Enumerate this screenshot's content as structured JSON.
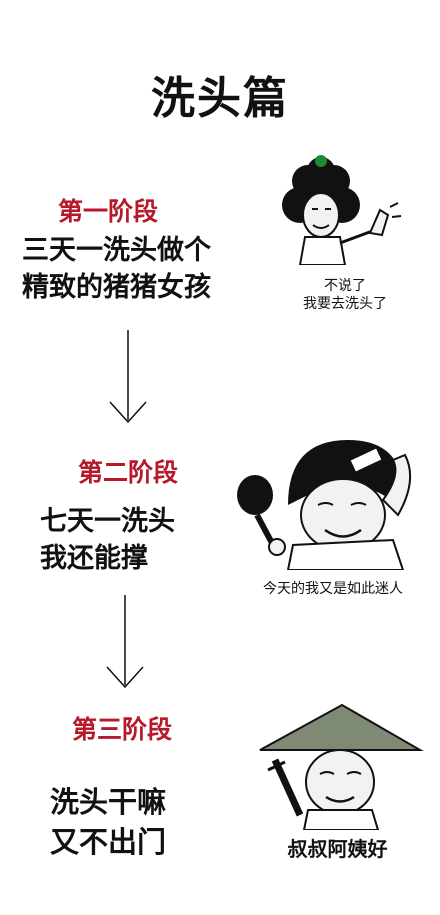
{
  "title": "洗头篇",
  "stages": [
    {
      "label": "第一阶段",
      "lines": [
        "三天一洗头做个",
        "精致的猪猪女孩"
      ],
      "caption": [
        "不说了",
        "我要去洗头了"
      ]
    },
    {
      "label": "第二阶段",
      "lines": [
        "七天一洗头",
        "我还能撑"
      ],
      "caption": [
        "今天的我又是如此迷人"
      ]
    },
    {
      "label": "第三阶段",
      "lines": [
        "洗头干嘛",
        "又不出门"
      ],
      "caption": [
        "叔叔阿姨好"
      ]
    }
  ],
  "colors": {
    "accent": "#b5192a",
    "text": "#111111",
    "background": "#ffffff"
  },
  "icons": [
    "afro-character-waving-icon",
    "bowl-cut-character-combing-icon",
    "straw-hat-character-icon",
    "down-arrow-icon"
  ]
}
